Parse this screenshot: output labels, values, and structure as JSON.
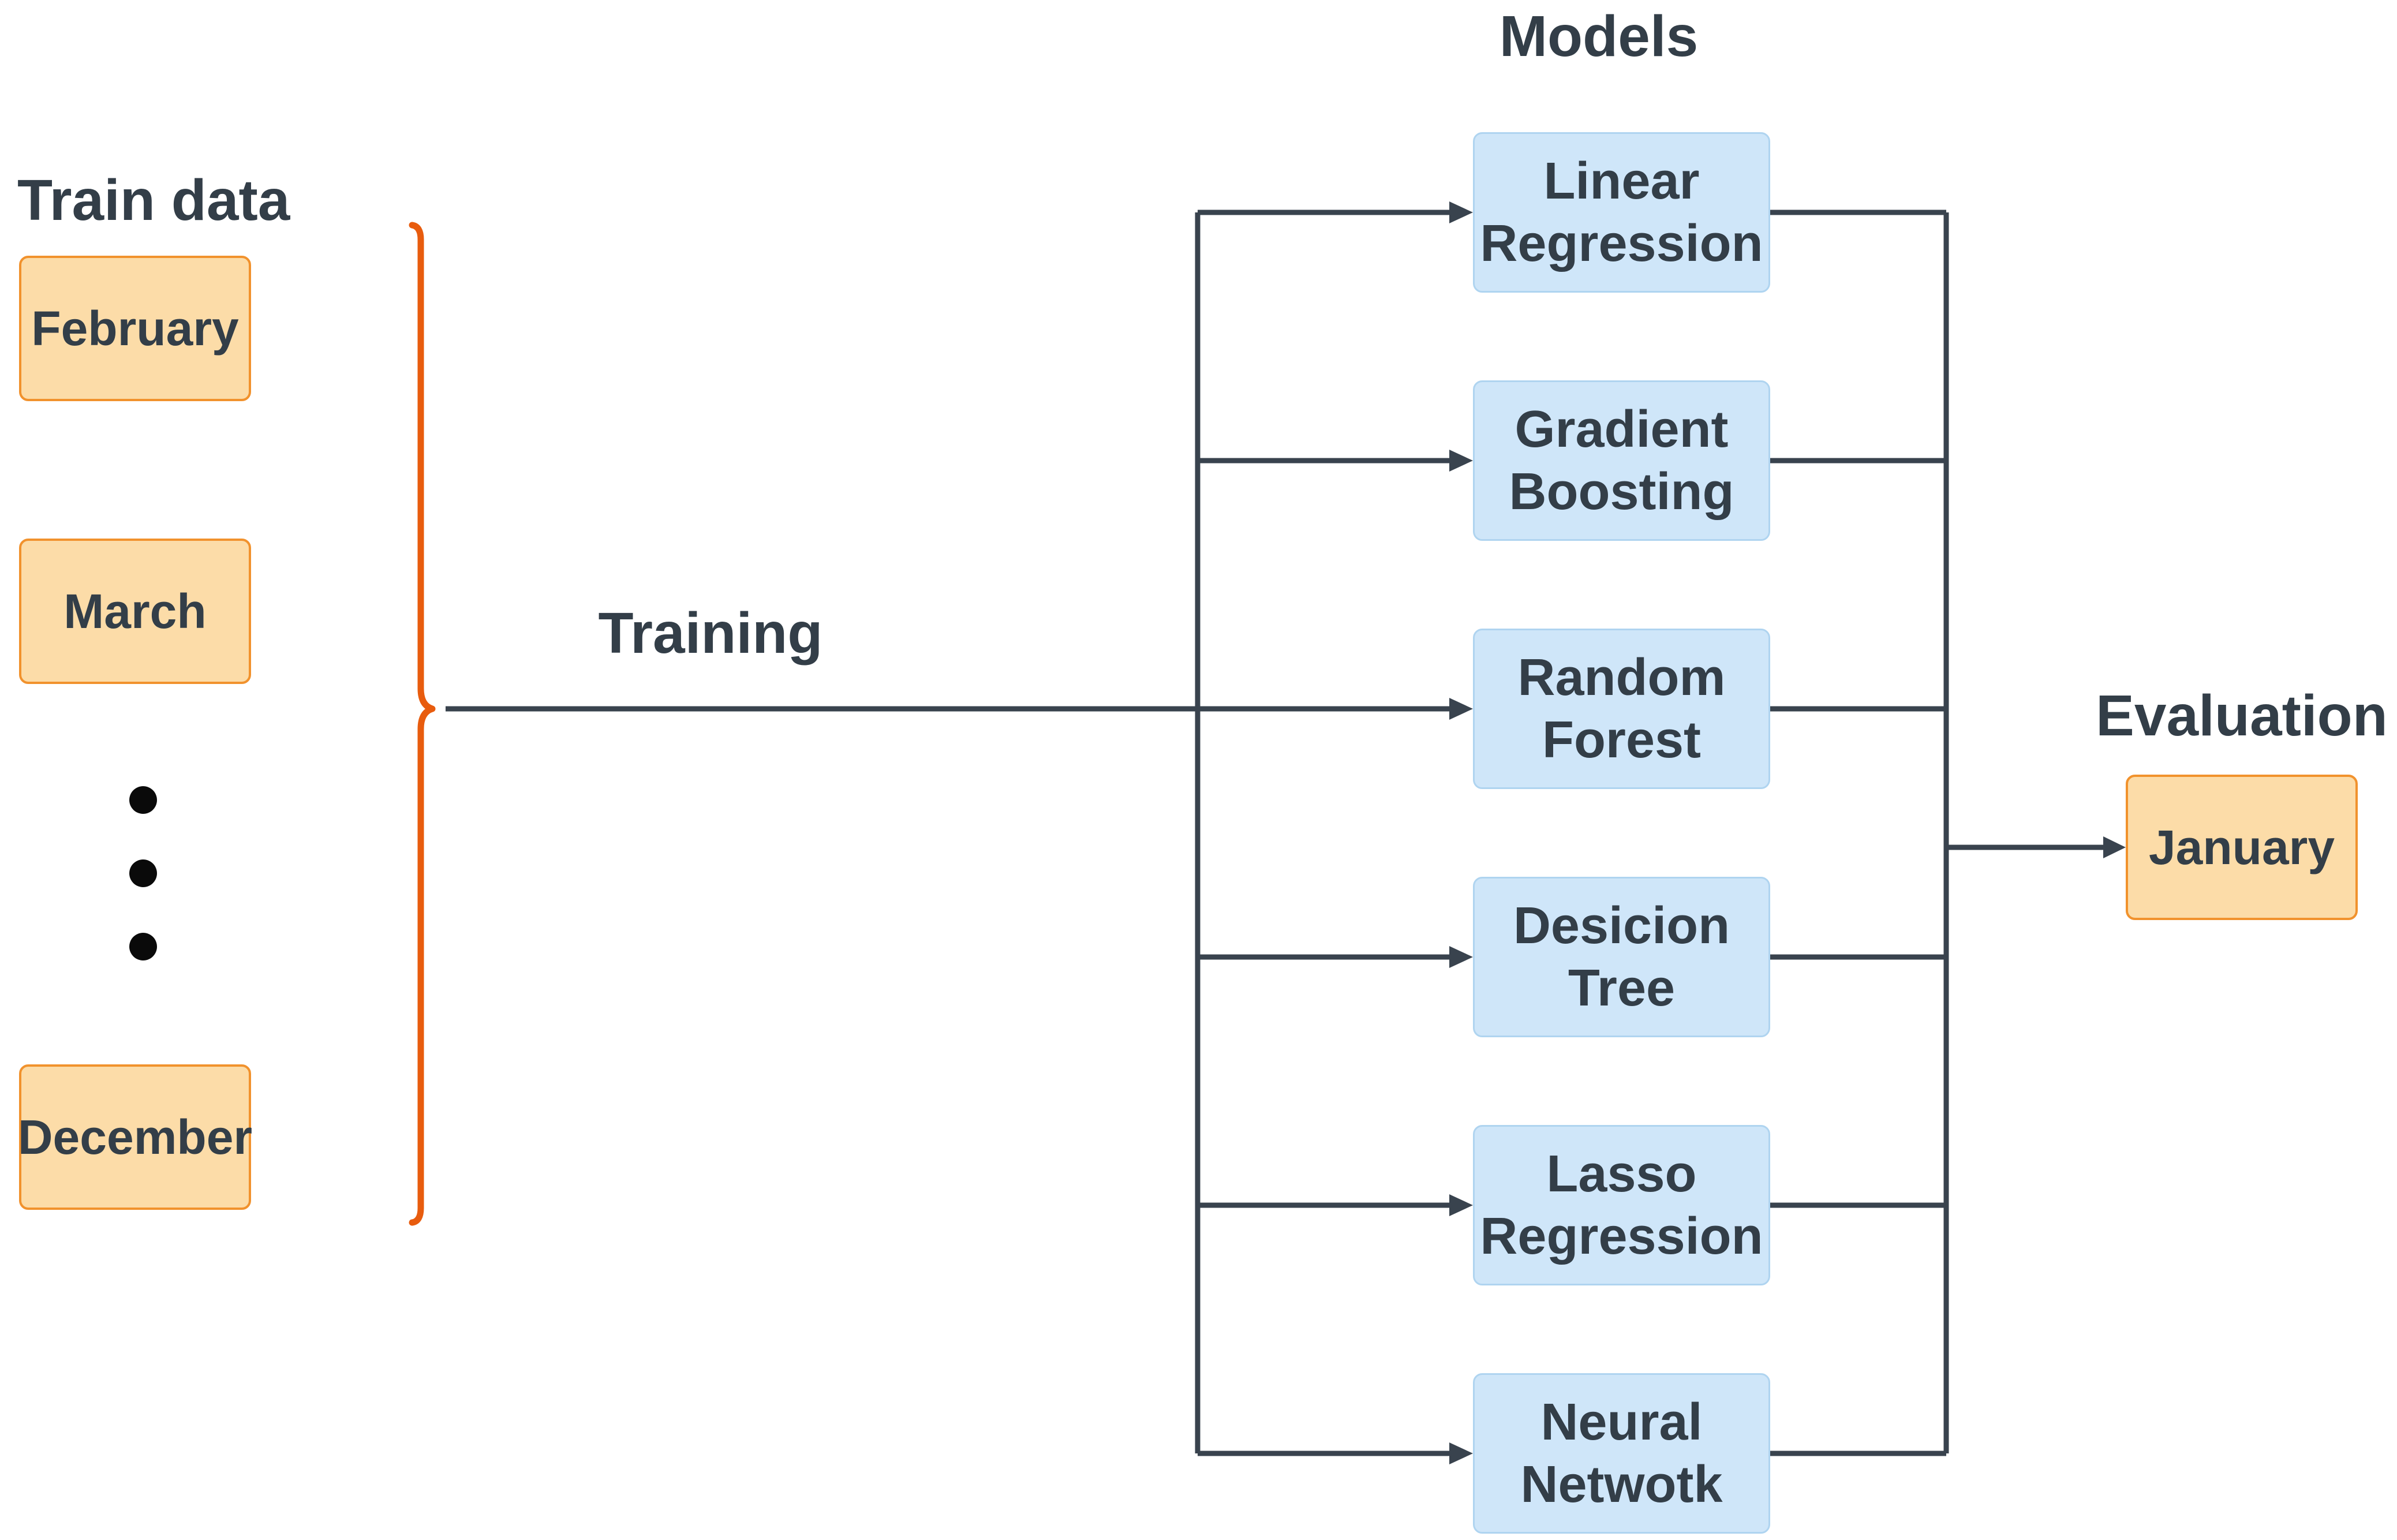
{
  "titles": {
    "train_data": "Train data",
    "models": "Models",
    "training": "Training",
    "evaluation": "Evaluation"
  },
  "train_data_boxes": [
    {
      "label": "February"
    },
    {
      "label": "March"
    },
    {
      "label": "December"
    }
  ],
  "ellipsis": {
    "dot_count": 3
  },
  "model_boxes": [
    {
      "label": "Linear\nRegression"
    },
    {
      "label": "Gradient\nBoosting"
    },
    {
      "label": "Random\nForest"
    },
    {
      "label": "Desicion\nTree"
    },
    {
      "label": "Lasso\nRegression"
    },
    {
      "label": "Neural\nNetwotk"
    }
  ],
  "evaluation_box": {
    "label": "January"
  },
  "icons": {
    "curly_brace": "right-curly-brace-icon",
    "arrow": "right-arrow-icon"
  },
  "colors": {
    "background": "#ffffff",
    "text": "#333e48",
    "connector": "#39434e",
    "month_fill": "#fcdca8",
    "month_border": "#f1922d",
    "model_fill": "#cfe6f9",
    "model_border": "#afd4f0",
    "brace": "#e85c0e",
    "dot": "#0a0a0a"
  }
}
